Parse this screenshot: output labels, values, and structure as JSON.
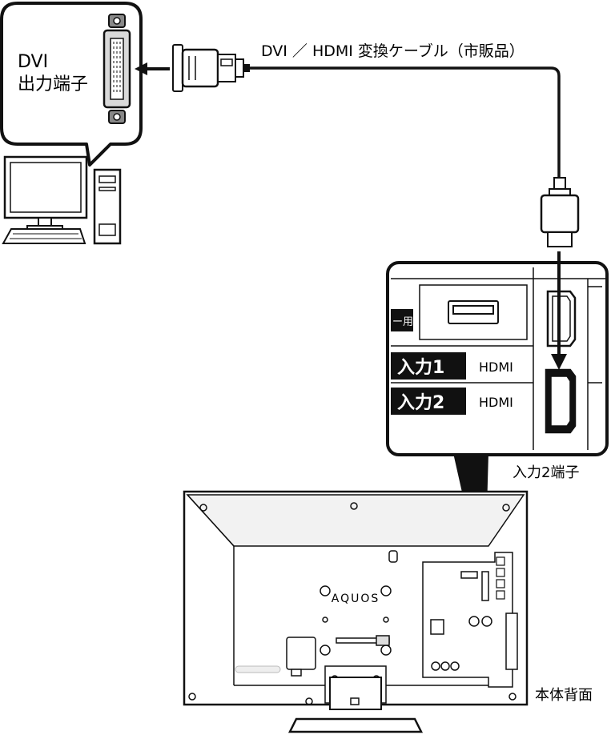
{
  "diagram": {
    "dvi_label_line1": "DVI",
    "dvi_label_line2": "出力端子",
    "cable_label": "DVI ／ HDMI 変換ケーブル（市販品）",
    "usb_label_fragment": "ー用",
    "input1_label": "入力1",
    "input1_hdmi": "HDMI",
    "input2_label": "入力2",
    "input2_hdmi": "HDMI",
    "input2_terminal_caption": "入力2端子",
    "tv_brand": "AQUOS",
    "tv_back_caption": "本体背面"
  }
}
